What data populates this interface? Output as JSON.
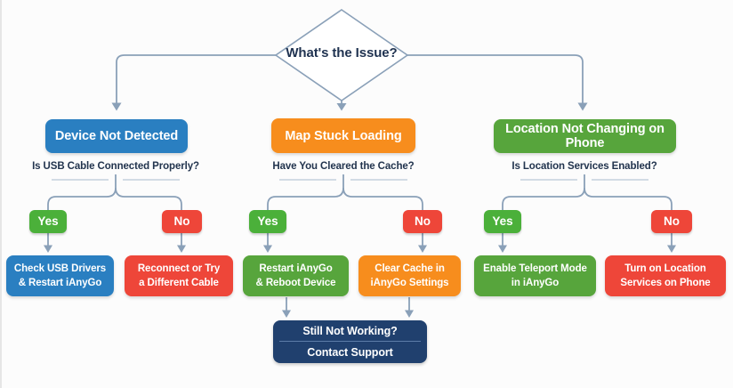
{
  "diamond": {
    "label": "What's the Issue?"
  },
  "colors": {
    "blue": "#2a7fc1",
    "orange": "#f78d1d",
    "green": "#57a53c",
    "yes_green": "#4bb03a",
    "red": "#ee4639",
    "navy": "#20406e",
    "connector": "#8aa0b8"
  },
  "branches": [
    {
      "title": "Device Not Detected",
      "question": "Is USB Cable Connected Properly?",
      "yes": "Yes",
      "no": "No",
      "yes_action": {
        "line1": "Check USB Drivers",
        "line2": "& Restart iAnyGo"
      },
      "no_action": {
        "line1": "Reconnect or Try",
        "line2": "a Different Cable"
      }
    },
    {
      "title": "Map Stuck Loading",
      "question": "Have You Cleared the Cache?",
      "yes": "Yes",
      "no": "No",
      "yes_action": {
        "line1": "Restart iAnyGo",
        "line2": "& Reboot Device"
      },
      "no_action": {
        "line1": "Clear Cache in",
        "line2": "iAnyGo Settings"
      }
    },
    {
      "title": "Location Not Changing on Phone",
      "question": "Is Location Services Enabled?",
      "yes": "Yes",
      "no": "No",
      "yes_action": {
        "line1": "Enable Teleport Mode",
        "line2": "in iAnyGo"
      },
      "no_action": {
        "line1": "Turn on Location",
        "line2": "Services on Phone"
      }
    }
  ],
  "footer": {
    "line1": "Still Not Working?",
    "line2": "Contact Support"
  }
}
